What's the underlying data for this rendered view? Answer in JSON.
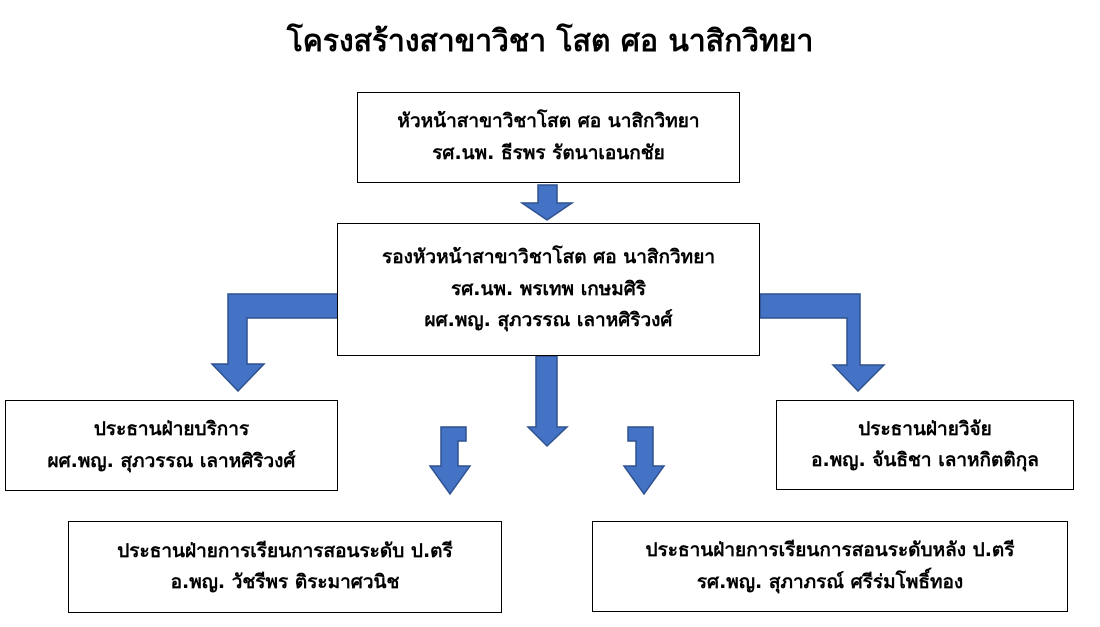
{
  "title": "โครงสร้างสาขาวิชา โสต ศอ นาสิกวิทยา",
  "head": {
    "position": "หัวหน้าสาขาวิชาโสต ศอ นาสิกวิทยา",
    "name": "รศ.นพ. ธีรพร รัตนาเอนกชัย"
  },
  "deputy": {
    "position": "รองหัวหน้าสาขาวิชาโสต ศอ นาสิกวิทยา",
    "name1": "รศ.นพ. พรเทพ เกษมศิริ",
    "name2": "ผศ.พญ. สุภวรรณ เลาหศิริวงศ์"
  },
  "service": {
    "position": "ประธานฝ่ายบริการ",
    "name": "ผศ.พญ. สุภวรรณ เลาหศิริวงศ์"
  },
  "research": {
    "position": "ประธานฝ่ายวิจัย",
    "name": "อ.พญ. จันธิชา เลาหกิตติกุล"
  },
  "undergrad": {
    "position": "ประธานฝ่ายการเรียนการสอนระดับ ป.ตรี",
    "name": "อ.พญ. วัชรีพร ติระมาศวนิช"
  },
  "postgrad": {
    "position": "ประธานฝ่ายการเรียนการสอนระดับหลัง ป.ตรี",
    "name": "รศ.พญ. สุภาภรณ์ ศรีร่มโพธิ์ทอง"
  },
  "colors": {
    "arrow_fill": "#4472C4",
    "arrow_stroke": "#2F528F"
  }
}
